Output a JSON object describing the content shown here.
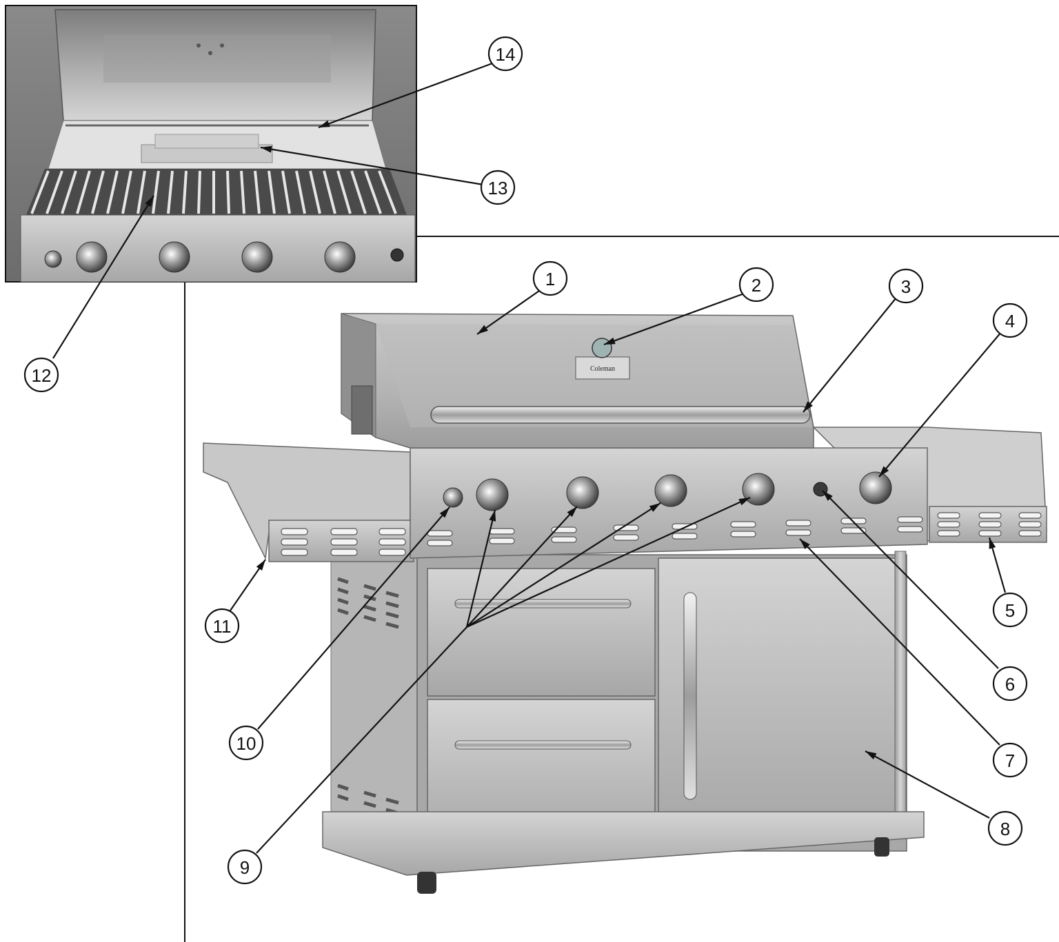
{
  "callouts": [
    {
      "id": "1",
      "label": "1"
    },
    {
      "id": "2",
      "label": "2"
    },
    {
      "id": "3",
      "label": "3"
    },
    {
      "id": "4",
      "label": "4"
    },
    {
      "id": "5",
      "label": "5"
    },
    {
      "id": "6",
      "label": "6"
    },
    {
      "id": "7",
      "label": "7"
    },
    {
      "id": "8",
      "label": "8"
    },
    {
      "id": "9",
      "label": "9"
    },
    {
      "id": "10",
      "label": "10"
    },
    {
      "id": "11",
      "label": "11"
    },
    {
      "id": "12",
      "label": "12"
    },
    {
      "id": "13",
      "label": "13"
    },
    {
      "id": "14",
      "label": "14"
    }
  ],
  "lid_badge_logo_text": "Coleman"
}
